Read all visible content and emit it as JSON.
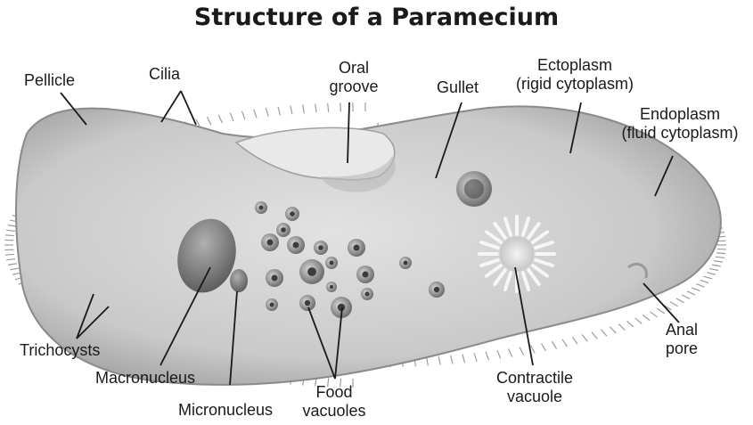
{
  "title": "Structure of a Paramecium",
  "labels": {
    "pellicle": "Pellicle",
    "cilia": "Cilia",
    "oral_groove": [
      "Oral",
      "groove"
    ],
    "gullet": "Gullet",
    "ectoplasm": [
      "Ectoplasm",
      "(rigid cytoplasm)"
    ],
    "endoplasm": [
      "Endoplasm",
      "(fluid cytoplasm)"
    ],
    "trichocysts": "Trichocysts",
    "macronucleus": "Macronucleus",
    "micronucleus": "Micronucleus",
    "food_vacuoles": [
      "Food",
      "vacuoles"
    ],
    "contractile_vacuole": [
      "Contractile",
      "vacuole"
    ],
    "anal_pore": [
      "Anal",
      "pore"
    ]
  }
}
